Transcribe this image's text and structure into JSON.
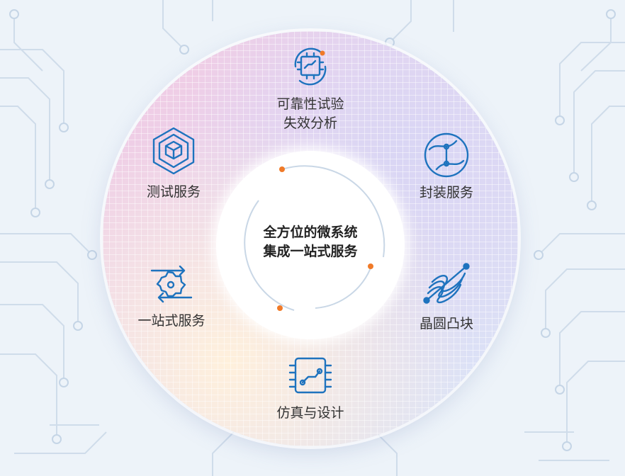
{
  "center": {
    "line1": "全方位的微系统",
    "line2": "集成一站式服务"
  },
  "services": [
    {
      "id": "reliability",
      "lines": [
        "可靠性试验",
        "失效分析"
      ],
      "icon": "chip-circuit-icon"
    },
    {
      "id": "packaging",
      "lines": [
        "封装服务"
      ],
      "icon": "circuit-globe-icon"
    },
    {
      "id": "bumping",
      "lines": [
        "晶圆凸块"
      ],
      "icon": "wave-lines-icon"
    },
    {
      "id": "simulation",
      "lines": [
        "仿真与设计"
      ],
      "icon": "circuit-board-icon"
    },
    {
      "id": "onestop",
      "lines": [
        "一站式服务"
      ],
      "icon": "gear-cycle-icon"
    },
    {
      "id": "testing",
      "lines": [
        "测试服务"
      ],
      "icon": "hexagon-cube-icon"
    }
  ],
  "colors": {
    "icon": "#1e73be",
    "accent": "#f07a28",
    "text": "#333333"
  }
}
